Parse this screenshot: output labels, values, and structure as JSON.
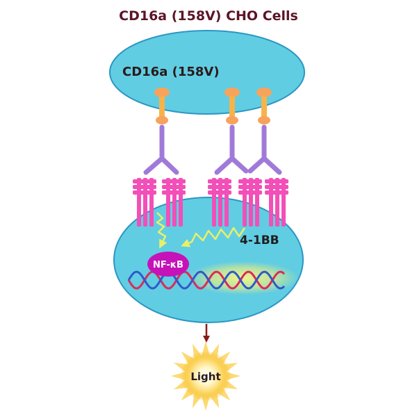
{
  "title": "CD16a (158V) CHO Cells",
  "labels": {
    "receptor": "CD16a (158V)",
    "costim": "4-1BB",
    "transcription_factor": "NF-κB",
    "output": "Light"
  },
  "colors": {
    "title": "#5c1526",
    "cell_fill": "#61cde2",
    "cell_stroke": "#2c96c4",
    "receptor": "#f7a35c",
    "antibody": "#a07ad8",
    "trimer": "#f24fb8",
    "nfkb": "#c513b9",
    "dna_red": "#e0285a",
    "dna_blue": "#3258c8",
    "glow": "#f2f07a",
    "arrow": "#8a1a1a",
    "light": "#f6b40e"
  }
}
